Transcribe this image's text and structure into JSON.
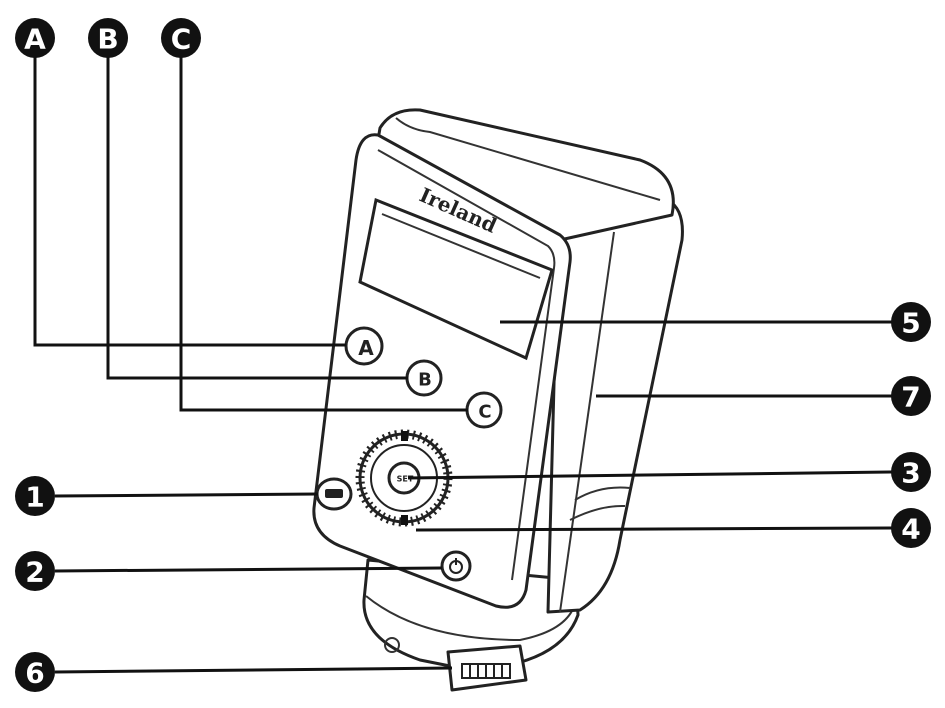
{
  "device": {
    "brand": "Ireland",
    "buttons": {
      "a": "A",
      "b": "B",
      "c": "C",
      "set": "SET"
    }
  },
  "callouts": [
    {
      "id": "A",
      "label": "A"
    },
    {
      "id": "B",
      "label": "B"
    },
    {
      "id": "C",
      "label": "C"
    },
    {
      "id": "1",
      "label": "1"
    },
    {
      "id": "2",
      "label": "2"
    },
    {
      "id": "3",
      "label": "3"
    },
    {
      "id": "4",
      "label": "4"
    },
    {
      "id": "5",
      "label": "5"
    },
    {
      "id": "6",
      "label": "6"
    },
    {
      "id": "7",
      "label": "7"
    }
  ],
  "colors": {
    "ink": "#111111",
    "background": "#ffffff"
  }
}
